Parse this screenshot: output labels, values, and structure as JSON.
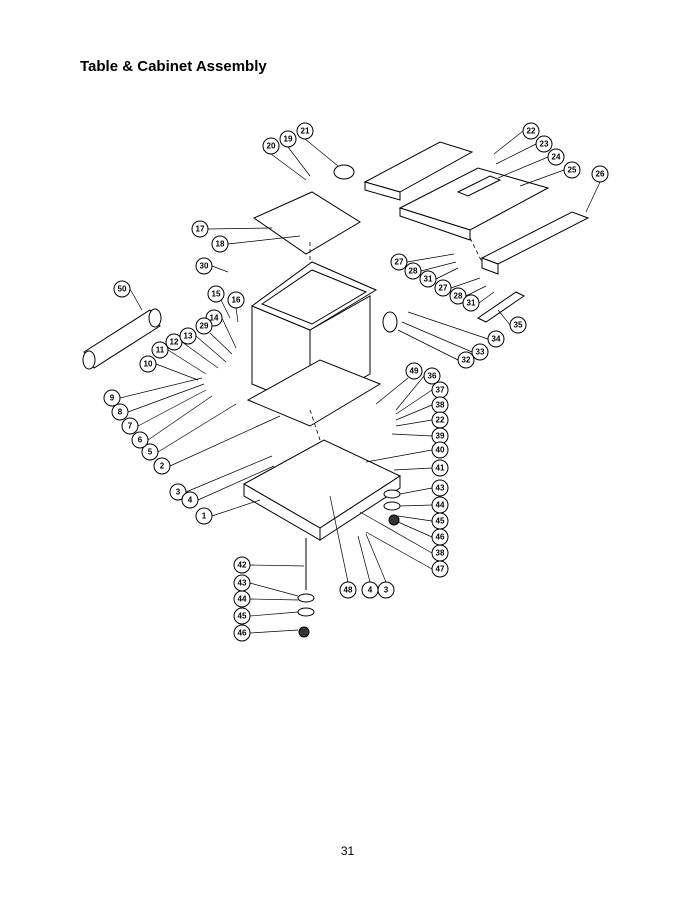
{
  "title": "Table & Cabinet Assembly",
  "page_number": "31",
  "callouts": [
    "1",
    "2",
    "3",
    "4",
    "5",
    "6",
    "7",
    "8",
    "9",
    "10",
    "11",
    "12",
    "13",
    "14",
    "15",
    "16",
    "17",
    "18",
    "19",
    "20",
    "21",
    "22",
    "23",
    "24",
    "25",
    "26",
    "27",
    "28",
    "29",
    "30",
    "31",
    "32",
    "33",
    "34",
    "35",
    "36",
    "37",
    "38",
    "39",
    "40",
    "41",
    "42",
    "43",
    "44",
    "45",
    "46",
    "47",
    "48",
    "49",
    "50"
  ]
}
